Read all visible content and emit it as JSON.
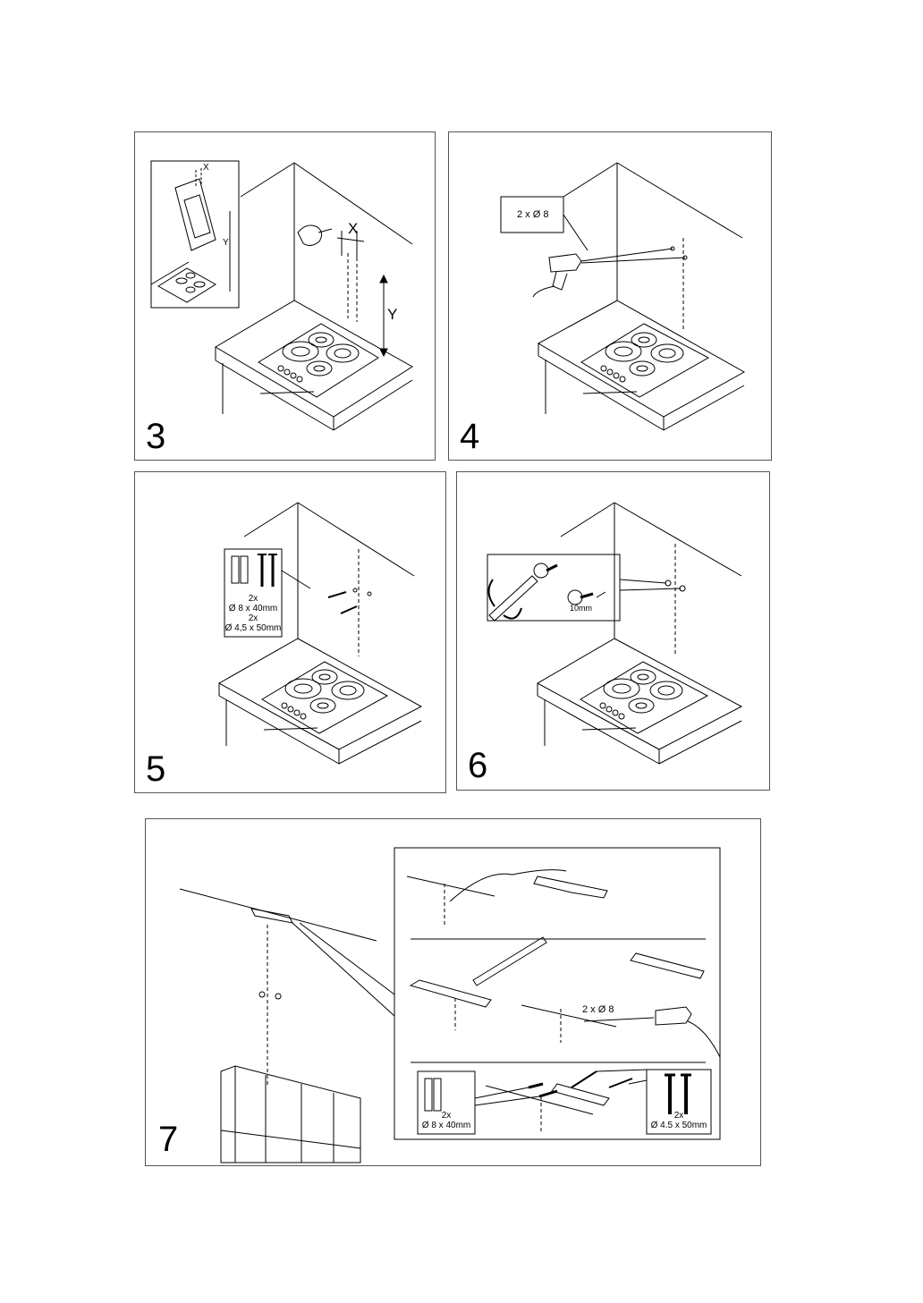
{
  "steps": [
    {
      "number": "3",
      "labels": {
        "x_small": "X",
        "y_small": "Y",
        "x_big": "X",
        "y_big": "Y"
      }
    },
    {
      "number": "4",
      "labels": {
        "drill_spec": "2 x Ø 8"
      }
    },
    {
      "number": "5",
      "labels": {
        "qty_plugs": "2x",
        "plug_size": "Ø 8 x 40mm",
        "qty_screws": "2x",
        "screw_size": "Ø 4,5 x 50mm"
      }
    },
    {
      "number": "6",
      "labels": {
        "gap": "10mm"
      }
    },
    {
      "number": "7",
      "labels": {
        "drill_spec": "2 x Ø 8",
        "qty_plugs": "2x",
        "plug_size": "Ø 8 x 40mm",
        "qty_screws": "2x",
        "screw_size": "Ø 4.5 x 50mm"
      }
    }
  ],
  "icons": [
    "hand-pencil-icon",
    "drill-icon",
    "wall-plug-icon",
    "screw-icon",
    "screwdriver-icon",
    "bracket-icon",
    "hob-icon",
    "cabinet-icon"
  ]
}
